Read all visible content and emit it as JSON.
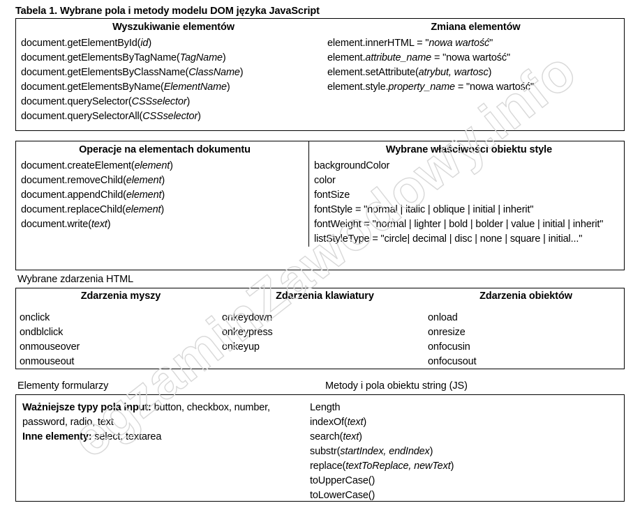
{
  "document": {
    "title": "Tabela 1. Wybrane pola i metody modelu DOM języka JavaScript",
    "watermark": "ZaminZawodowy.info",
    "watermark_text": "egzaminZawodowy.info"
  },
  "table1": {
    "left": {
      "header": "Wyszukiwanie elementów",
      "rows": [
        {
          "plain": "document.getElementById(",
          "em": "id",
          "tail": ")"
        },
        {
          "plain": "document.getElementsByTagName(",
          "em": "TagName",
          "tail": ")"
        },
        {
          "plain": "document.getElementsByClassName(",
          "em": "ClassName",
          "tail": ")"
        },
        {
          "plain": "document.getElementsByName(",
          "em": "ElementName",
          "tail": ")"
        },
        {
          "plain": "document.querySelector(",
          "em": "CSSselector",
          "tail": ")"
        },
        {
          "plain": "document.querySelectorAll(",
          "em": "CSSselector",
          "tail": ")"
        }
      ]
    },
    "right": {
      "header": "Zmiana elementów",
      "rows": [
        {
          "plain": "element.innerHTML =  \"",
          "em": "nowa wartość",
          "tail": "\""
        },
        {
          "plain": "element.",
          "em": "attribute_name",
          "tail": " = \"nowa wartość\""
        },
        {
          "plain": "element.setAttribute(",
          "em": "atrybut, wartosc",
          "tail": ")"
        },
        {
          "plain": "element.style.",
          "em": "property_name",
          "tail": " = \"nowa wartość\""
        }
      ]
    }
  },
  "table2": {
    "left": {
      "header": "Operacje na elementach dokumentu",
      "rows": [
        {
          "plain": "document.createElement(",
          "em": "element",
          "tail": ")"
        },
        {
          "plain": "document.removeChild(",
          "em": "element",
          "tail": ")"
        },
        {
          "plain": "document.appendChild(",
          "em": "element",
          "tail": ")"
        },
        {
          "plain": "document.replaceChild(",
          "em": "element",
          "tail": ")"
        },
        {
          "plain": "document.write(",
          "em": "text",
          "tail": ")"
        }
      ]
    },
    "right": {
      "header": "Wybrane właściwości obiektu style",
      "rows": [
        "backgroundColor",
        "color",
        "fontSize",
        "fontStyle = \"normal | italic | oblique | initial | inherit\"",
        "fontWeight = \"normal | lighter | bold | bolder | value | initial | inherit\"",
        "listStyleType = \"circle| decimal | disc | none | square | initial...\""
      ]
    }
  },
  "events_caption": "Wybrane zdarzenia HTML",
  "table3": {
    "columns": [
      {
        "header": "Zdarzenia myszy",
        "items": [
          "onclick",
          "ondblclick",
          "onmouseover",
          "onmouseout"
        ]
      },
      {
        "header": "Zdarzenia klawiatury",
        "items": [
          "onkeydown",
          "onkeypress",
          "onkeyup"
        ]
      },
      {
        "header": "Zdarzenia obiektów",
        "items": [
          "onload",
          "onresize",
          "onfocusin",
          "onfocusout"
        ]
      }
    ]
  },
  "forms_caption": "Elementy formularzy",
  "strings_caption": "Metody i pola obiektu string (JS)",
  "table4": {
    "left": {
      "label1": "Ważniejsze typy pola input:",
      "value1": " button, checkbox, number, password, radio, text",
      "label2": "Inne elementy:",
      "value2": " select, textarea"
    },
    "right": {
      "rows": [
        {
          "plain": "Length",
          "em": "",
          "tail": ""
        },
        {
          "plain": "indexOf(",
          "em": "text",
          "tail": ")"
        },
        {
          "plain": "search(",
          "em": "text",
          "tail": ")"
        },
        {
          "plain": "substr(",
          "em": "startIndex, endIndex",
          "tail": ")"
        },
        {
          "plain": "replace(",
          "em": "textToReplace, newText",
          "tail": ")"
        },
        {
          "plain": "toUpperCase()",
          "em": "",
          "tail": ""
        },
        {
          "plain": "toLowerCase()",
          "em": "",
          "tail": ""
        }
      ]
    }
  }
}
